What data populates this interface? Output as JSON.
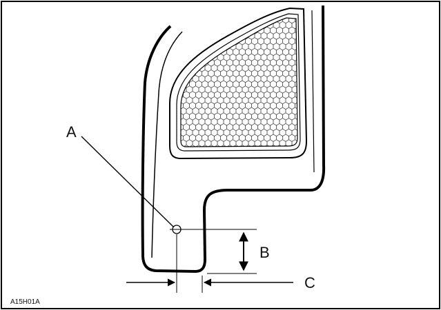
{
  "figure": {
    "labels": {
      "a": "A",
      "b": "B",
      "c": "C"
    },
    "reference_code": "A15H01A"
  }
}
